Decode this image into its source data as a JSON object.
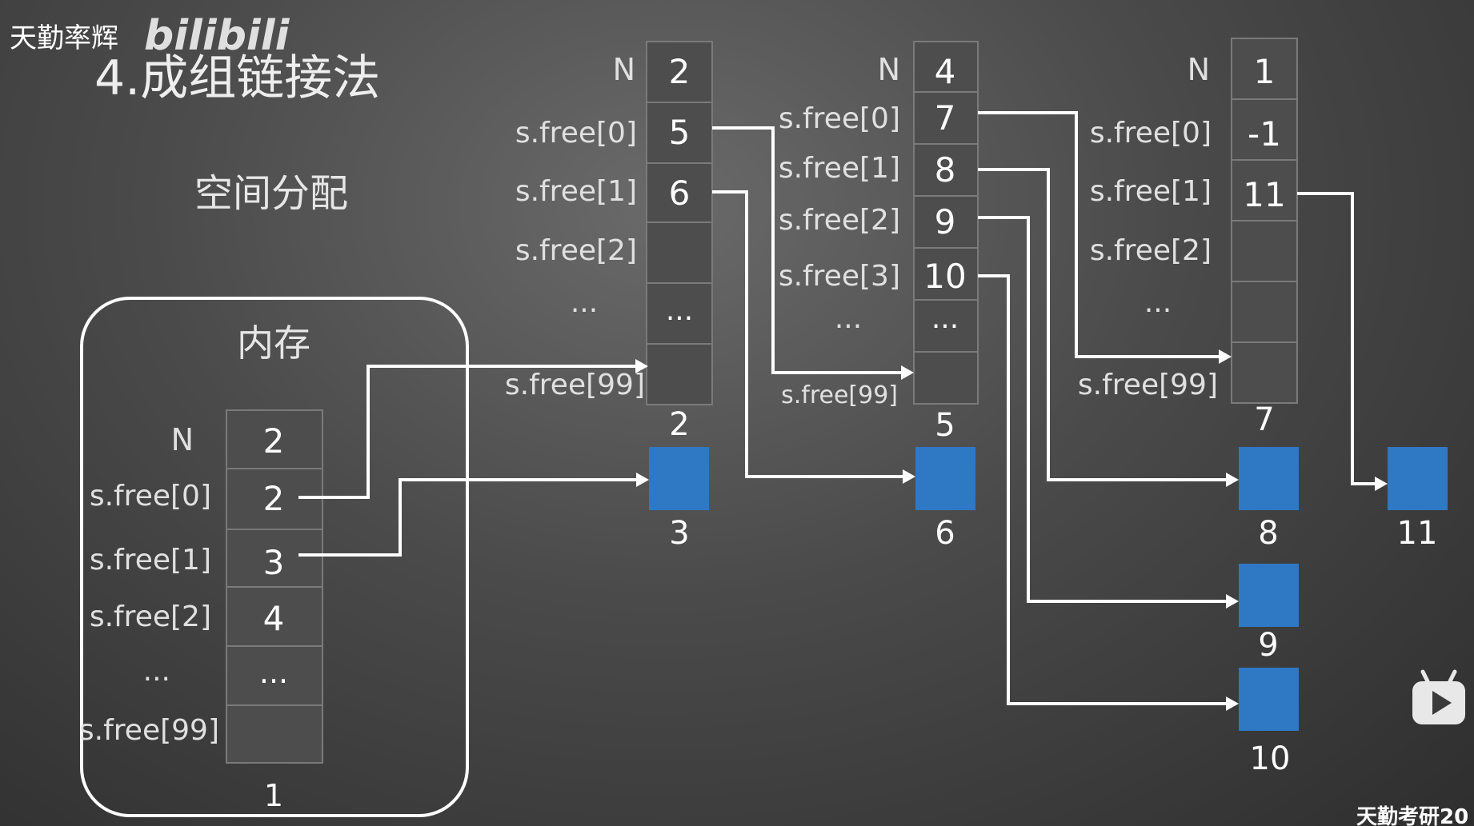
{
  "watermark": {
    "channel": "天勤率辉",
    "logo_text": "bilibili",
    "footer": "天勤考研20"
  },
  "title": "4.成组链接法",
  "subtitle": "空间分配",
  "memory": {
    "label": "内存",
    "block_number": "1",
    "rows": [
      {
        "label": "N",
        "value": "2"
      },
      {
        "label": "s.free[0]",
        "value": "2"
      },
      {
        "label": "s.free[1]",
        "value": "3"
      },
      {
        "label": "s.free[2]",
        "value": "4"
      },
      {
        "label": "...",
        "value": "..."
      },
      {
        "label": "s.free[99]",
        "value": ""
      }
    ]
  },
  "tables": [
    {
      "block_number": "2",
      "rows": [
        {
          "label": "N",
          "value": "2"
        },
        {
          "label": "s.free[0]",
          "value": "5"
        },
        {
          "label": "s.free[1]",
          "value": "6"
        },
        {
          "label": "s.free[2]",
          "value": ""
        },
        {
          "label": "...",
          "value": "..."
        },
        {
          "label": "s.free[99]",
          "value": ""
        }
      ]
    },
    {
      "block_number": "5",
      "rows": [
        {
          "label": "N",
          "value": "4"
        },
        {
          "label": "s.free[0]",
          "value": "7"
        },
        {
          "label": "s.free[1]",
          "value": "8"
        },
        {
          "label": "s.free[2]",
          "value": "9"
        },
        {
          "label": "s.free[3]",
          "value": "10"
        },
        {
          "label": "...",
          "value": "..."
        },
        {
          "label": "s.free[99]",
          "value": ""
        }
      ]
    },
    {
      "block_number": "7",
      "rows": [
        {
          "label": "N",
          "value": "1"
        },
        {
          "label": "s.free[0]",
          "value": "-1"
        },
        {
          "label": "s.free[1]",
          "value": "11"
        },
        {
          "label": "s.free[2]",
          "value": ""
        },
        {
          "label": "...",
          "value": ""
        },
        {
          "label": "s.free[99]",
          "value": ""
        }
      ]
    }
  ],
  "free_blocks": [
    "3",
    "6",
    "8",
    "11",
    "9",
    "10"
  ],
  "colors": {
    "block": "#2f78c4",
    "line": "#ffffff",
    "cell": "#4d4d4d"
  }
}
